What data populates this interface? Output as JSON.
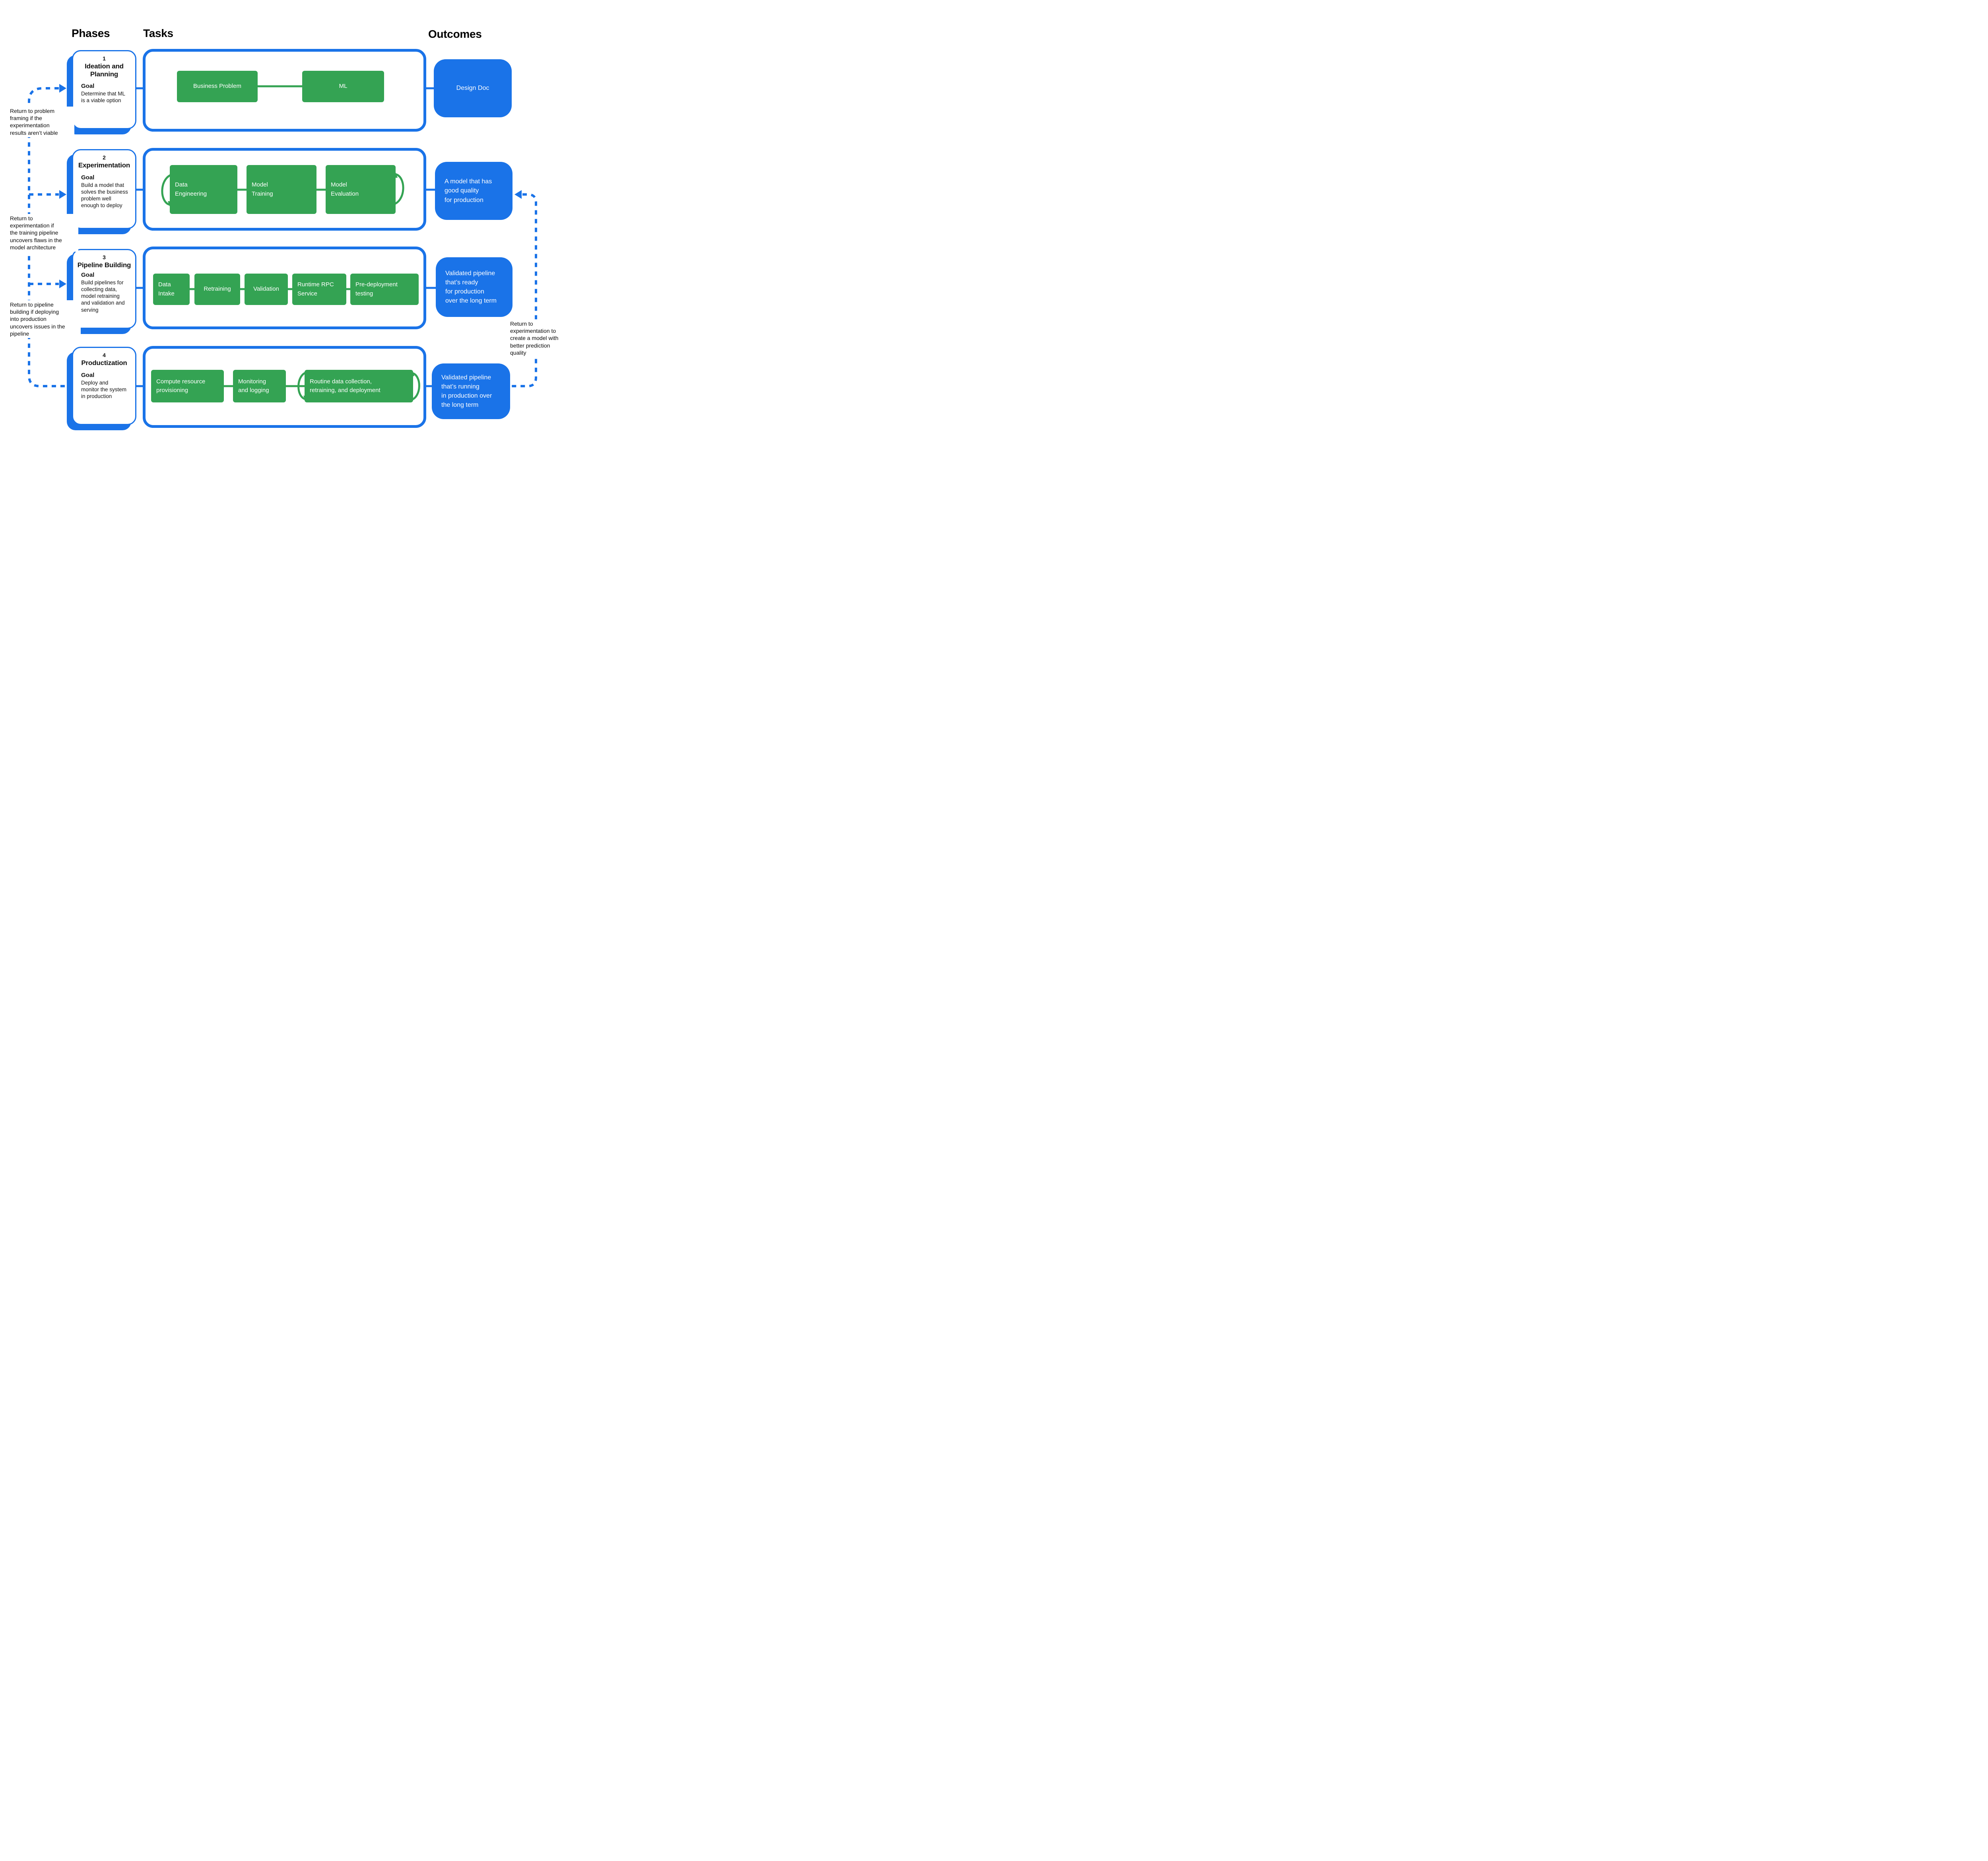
{
  "headers": {
    "phases": "Phases",
    "tasks": "Tasks",
    "outcomes": "Outcomes"
  },
  "colors": {
    "accent_blue": "#1a73e8",
    "task_green": "#34a353",
    "text": "#000000"
  },
  "phases": [
    {
      "number": "1",
      "title": "Ideation and Planning",
      "goal_label": "Goal",
      "goal_text": "Determine that ML\nis a viable option",
      "tasks": [
        "Business Problem",
        "ML"
      ],
      "outcome": "Design Doc"
    },
    {
      "number": "2",
      "title": "Experimentation",
      "goal_label": "Goal",
      "goal_text": "Build a model that\nsolves the business\nproblem well\nenough to deploy",
      "tasks": [
        "Data\nEngineering",
        "Model\nTraining",
        "Model\nEvaluation"
      ],
      "outcome": "A model that has\ngood quality\nfor production"
    },
    {
      "number": "3",
      "title": "Pipeline Building",
      "goal_label": "Goal",
      "goal_text": "Build pipelines for\ncollecting data,\nmodel retraining\nand validation and\nserving",
      "tasks": [
        "Data\nIntake",
        "Retraining",
        "Validation",
        "Runtime RPC\nService",
        "Pre-deployment\ntesting"
      ],
      "outcome": "Validated pipeline\nthat’s ready\nfor production\nover the long term"
    },
    {
      "number": "4",
      "title": "Productization",
      "goal_label": "Goal",
      "goal_text": "Deploy and\nmonitor the system\nin production",
      "tasks": [
        "Compute resource\nprovisioning",
        "Monitoring\nand logging",
        "Routine data collection,\nretraining, and deployment"
      ],
      "outcome": "Validated pipeline\nthat’s running\nin production over\nthe long term"
    }
  ],
  "annotations": {
    "left": [
      "Return to problem\nframing if the\nexperimentation\nresults aren’t viable",
      "Return to\nexperimentation if\nthe training pipeline\nuncovers flaws in the\nmodel architecture",
      "Return to pipeline\nbuilding if deploying\ninto production\nuncovers issues in the\npipeline"
    ],
    "right": "Return to\nexperimentation to\ncreate a model with\nbetter prediction\nquality"
  }
}
